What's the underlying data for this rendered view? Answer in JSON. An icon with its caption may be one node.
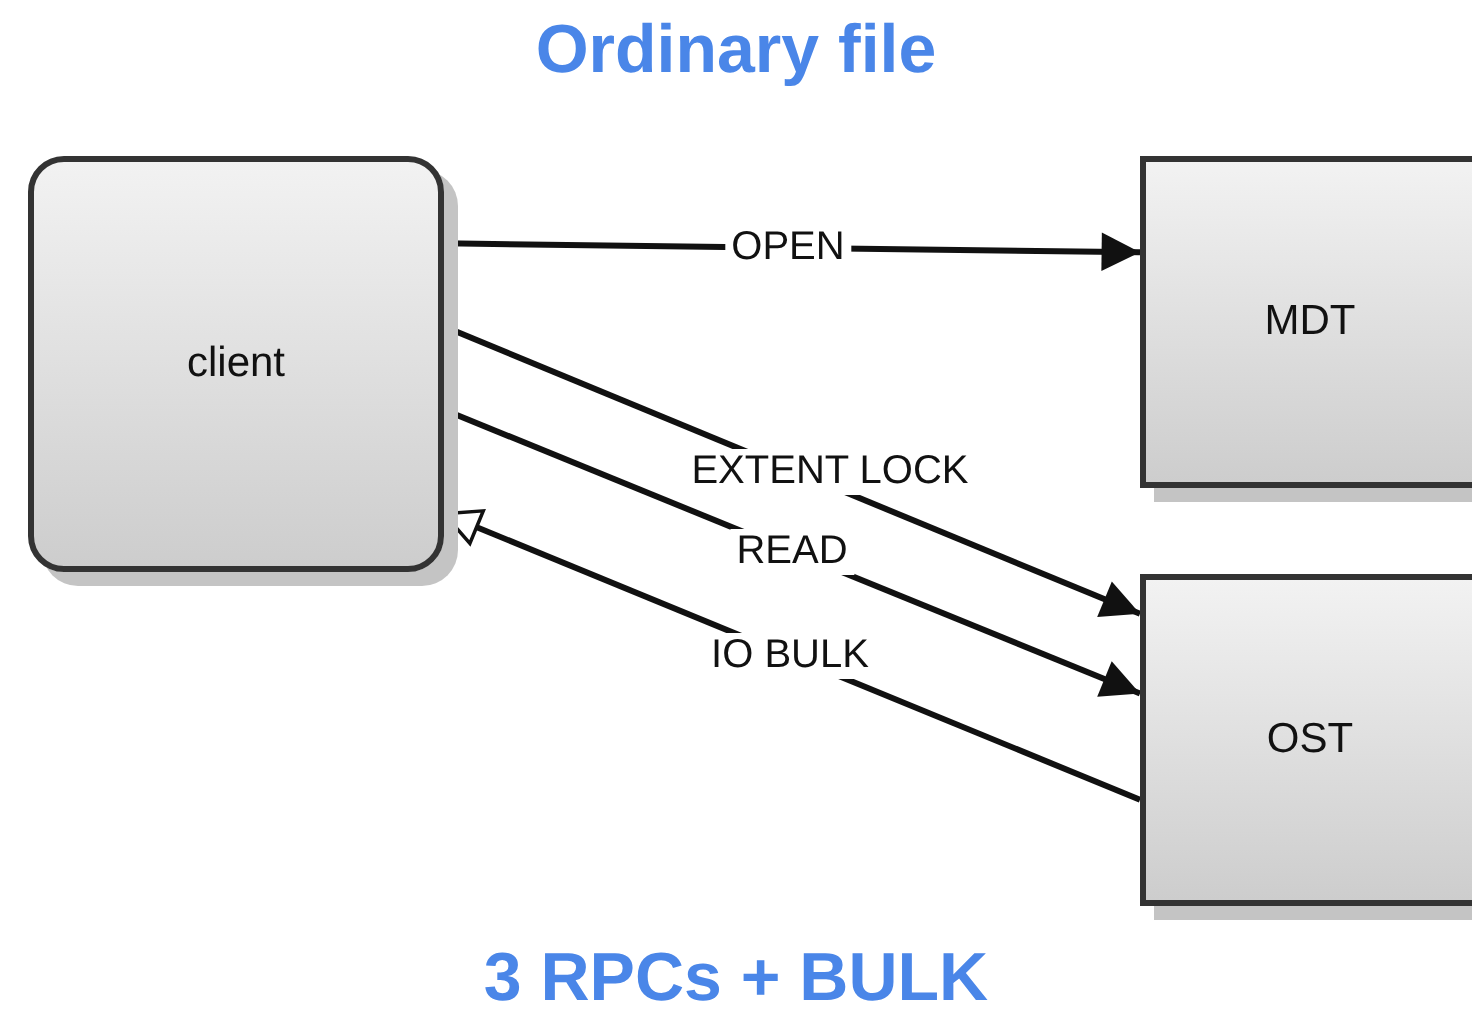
{
  "diagram": {
    "title": "Ordinary file",
    "caption": "3 RPCs + BULK",
    "nodes": [
      {
        "text": [
          "client"
        ]
      },
      {
        "text": [
          "MDT"
        ]
      },
      {
        "text": [
          "OST"
        ]
      }
    ],
    "edges": [
      {
        "from": 0,
        "to": 1,
        "arrow": "to",
        "label": "OPEN"
      },
      {
        "from": 0,
        "to": 2,
        "arrow": "to",
        "label": "EXTENT LOCK"
      },
      {
        "from": 0,
        "to": 2,
        "arrow": "to",
        "label": "READ"
      },
      {
        "from": 2,
        "to": 0,
        "arrow": "to",
        "label": "IO BULK"
      }
    ]
  }
}
